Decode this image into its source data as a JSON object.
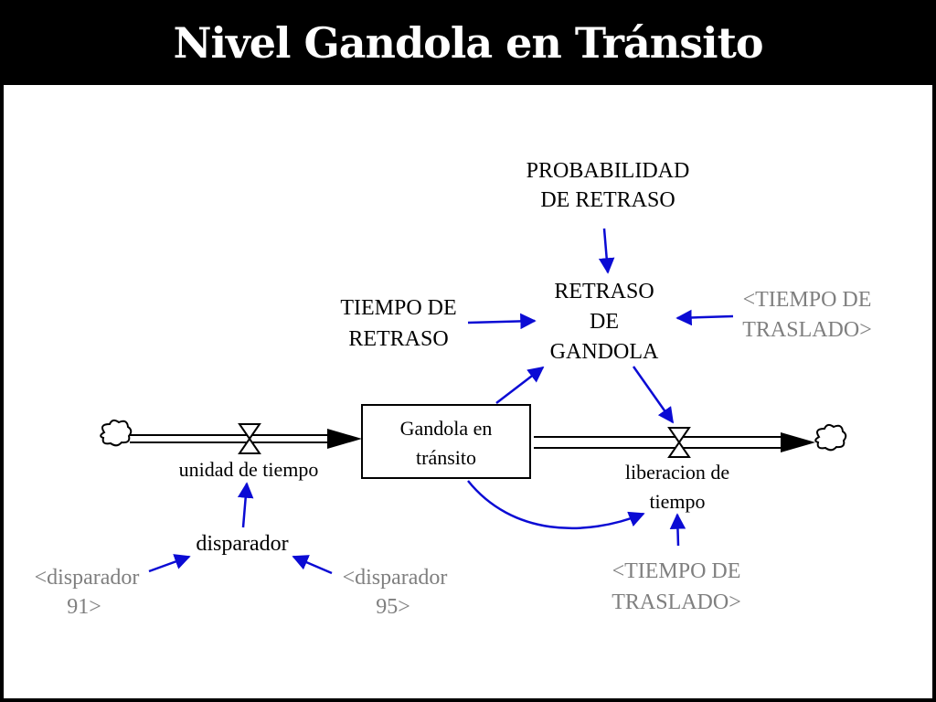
{
  "title": "Nivel Gandola en Tránsito",
  "nodes": {
    "stock": [
      "Gandola en",
      "tránsito"
    ],
    "inflow": "unidad de tiempo",
    "outflow": [
      "liberacion de",
      "tiempo"
    ],
    "retraso": [
      "RETRASO",
      "DE",
      "GANDOLA"
    ],
    "probabilidad": [
      "PROBABILIDAD",
      "DE RETRASO"
    ],
    "tiempo_retraso": [
      "TIEMPO DE",
      "RETRASO"
    ],
    "tiempo_traslado_1": [
      "<TIEMPO DE",
      "TRASLADO>"
    ],
    "tiempo_traslado_2": [
      "<TIEMPO DE",
      "TRASLADO>"
    ],
    "disparador": "disparador",
    "disparador_91": [
      "<disparador",
      "91>"
    ],
    "disparador_95": [
      "<disparador",
      "95>"
    ]
  },
  "colors": {
    "link": "#0b0bd4",
    "shadow": "#7f7f7f",
    "ink": "#000000"
  }
}
